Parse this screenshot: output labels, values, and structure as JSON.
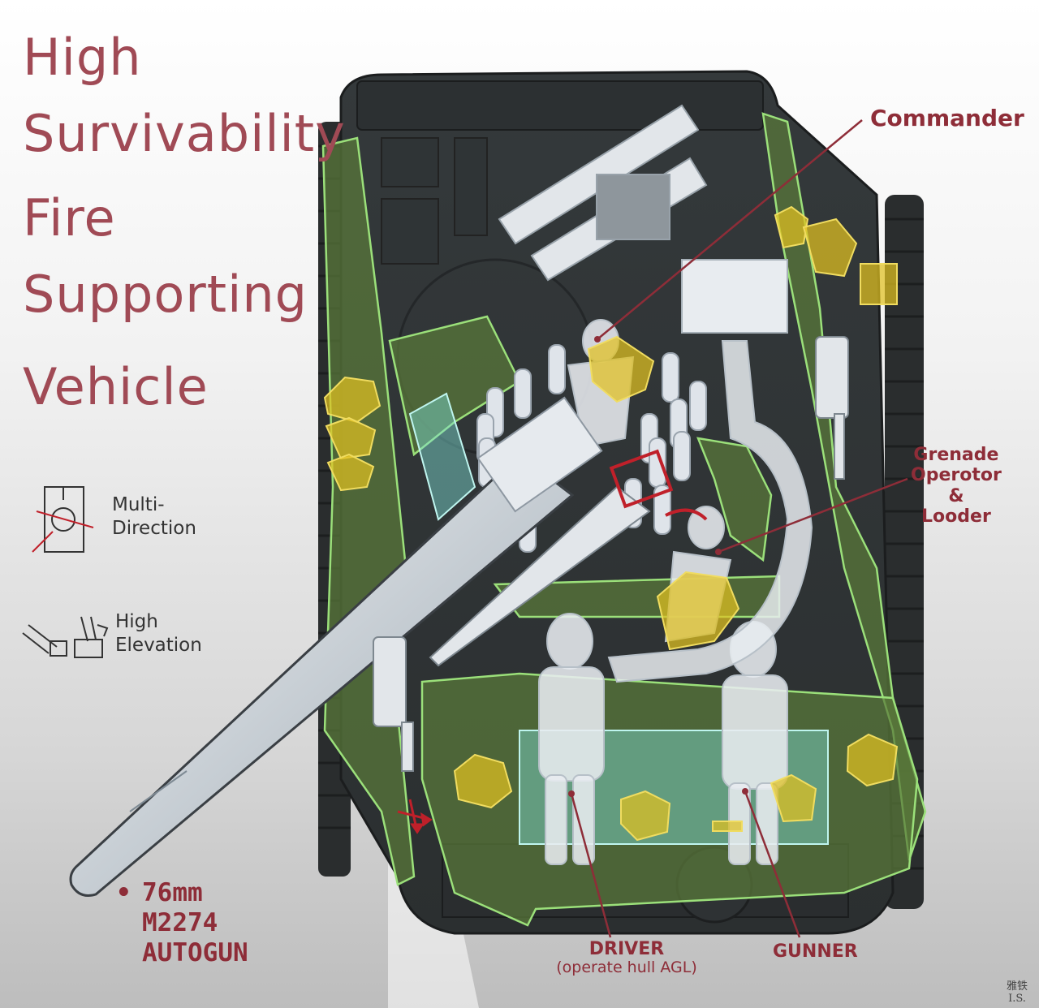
{
  "title": {
    "lines": [
      "High",
      "Survivability",
      "Fire",
      "Supporting",
      "Vehicle"
    ]
  },
  "legend": {
    "multi_direction": {
      "icon": "turret-rotation-icon",
      "line1": "Multi-",
      "line2": "Direction"
    },
    "high_elevation": {
      "icon": "gun-elevation-icon",
      "line1": "High",
      "line2": "Elevation"
    }
  },
  "callouts": {
    "commander": "Commander",
    "grenade_line1": "Grenade",
    "grenade_line2": "Operotor",
    "grenade_line3": "&",
    "grenade_line4": "Looder",
    "driver_line1": "DRIVER",
    "driver_line2": "(operate hull AGL)",
    "gunner": "GUNNER"
  },
  "gun": {
    "bullet": "•",
    "line1": "76mm",
    "line2": "M2274",
    "line3": "AUTOGUN"
  },
  "signature": {
    "line1": "雅铁",
    "line2": "I.S."
  },
  "colors": {
    "title": "#a04a55",
    "callout": "#8e2d38",
    "hull_dark": "#3a3f41",
    "armor_green": "#5a7a3a",
    "armor_edge": "#9be07a",
    "glass": "#7fe0d6",
    "yellow_armor": "#e0c020",
    "crew_white": "#e8ecf0"
  }
}
